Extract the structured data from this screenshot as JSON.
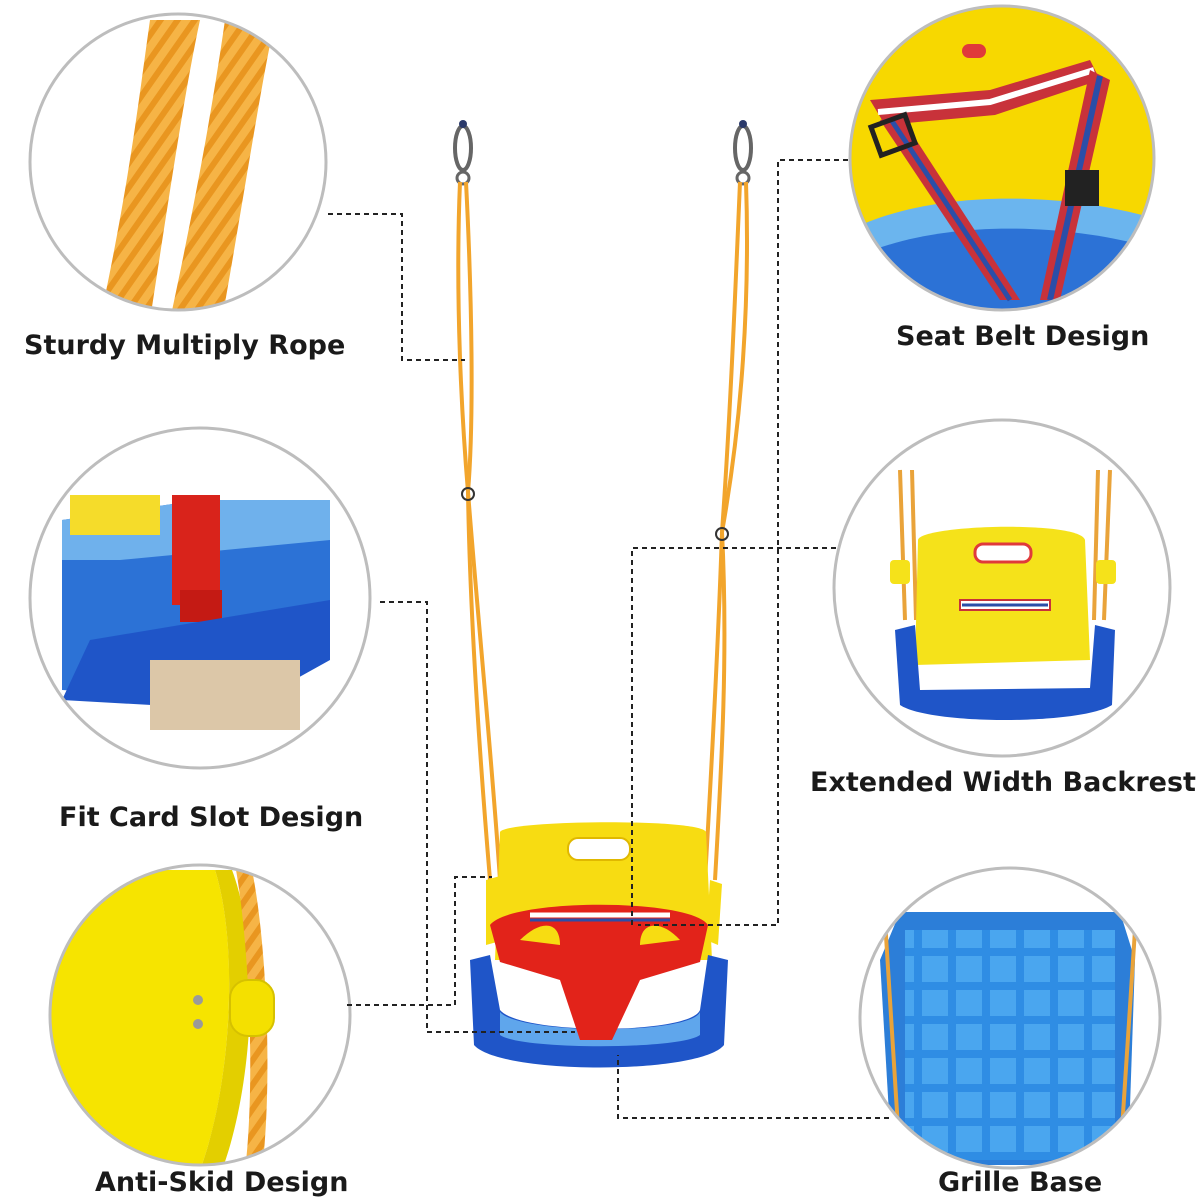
{
  "features": {
    "rope": "Sturdy Multiply Rope",
    "seat_belt": "Seat Belt Design",
    "card_slot": "Fit Card Slot Design",
    "backrest": "Extended Width Backrest",
    "anti_skid": "Anti-Skid Design",
    "grille": "Grille Base"
  },
  "colors": {
    "rope": "#f2a52c",
    "seat_yellow": "#f7dc12",
    "seat_blue": "#1f55c8",
    "bar_red": "#e2231a",
    "circle_border": "#bdbdbd",
    "leader": "#222222"
  }
}
